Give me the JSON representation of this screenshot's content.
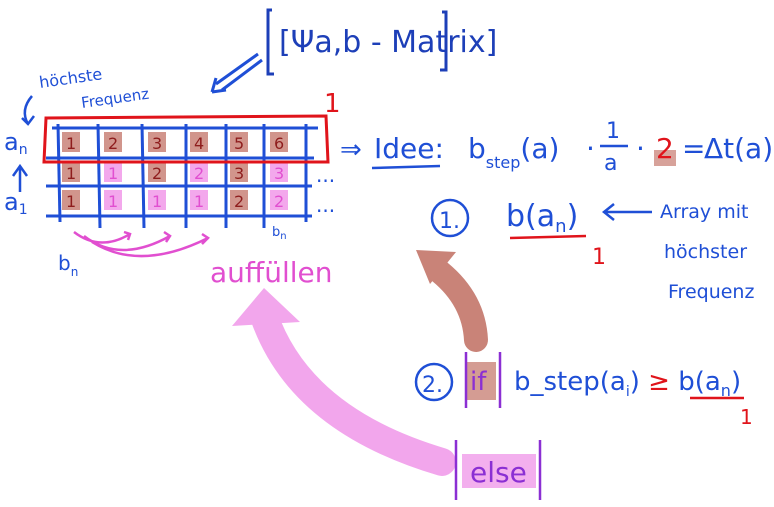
{
  "colors": {
    "blue": "#1f4fd6",
    "darkblue": "#1d3fb8",
    "red": "#e0141b",
    "darkred": "#8e1d1d",
    "pink": "#e14fd0",
    "lightpink": "#f2a6ec",
    "purple": "#8b2fd3",
    "brownish": "#c98378",
    "cellred": "#c98378",
    "cellpink": "#f199e9"
  },
  "matrix_title": "[Ψa,b - Matrix]",
  "labels": {
    "highest_freq": "höchste Frequenz",
    "a_n": "an",
    "a_1": "a1",
    "b_n_bottom": "bn",
    "b_n_corner": "bn",
    "fill": "auffüllen",
    "dots": "...",
    "one_marker": "1"
  },
  "grid": {
    "row1": [
      "1",
      "2",
      "3",
      "4",
      "5",
      "6"
    ],
    "row2": [
      "1",
      "1",
      "2",
      "2",
      "3",
      "3"
    ],
    "row3": [
      "1",
      "1",
      "1",
      "1",
      "2",
      "2"
    ]
  },
  "idea": {
    "prefix": "⇒ Idee:",
    "formula": "bstep(a) · 1/a · 2 = Δt(a)"
  },
  "step1": {
    "number": "1.",
    "expr": "b(an)",
    "sub_marker": "1",
    "note_lines": [
      "Array mit",
      "höchster",
      "Frequenz"
    ]
  },
  "step2": {
    "number": "2.",
    "if_word": "if",
    "cond": "b_step(ai) ≥ b(an)",
    "sub_marker": "1",
    "else_word": "else"
  }
}
